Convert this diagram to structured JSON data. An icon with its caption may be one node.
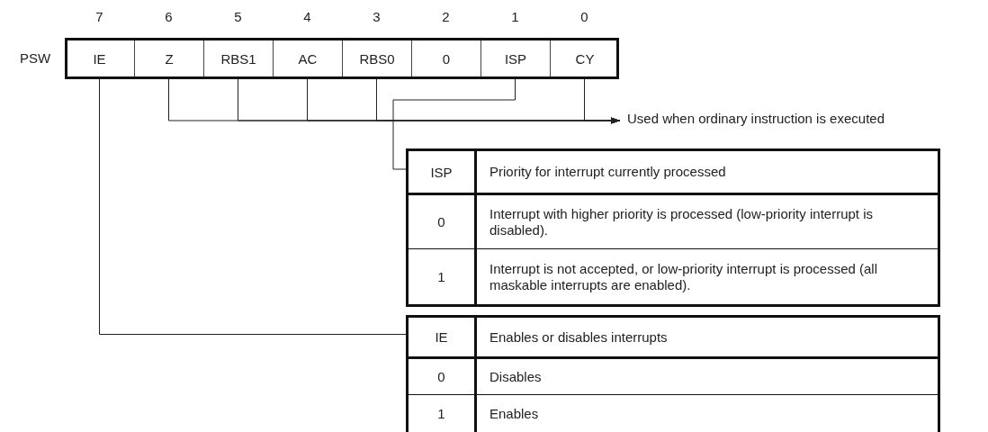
{
  "diagram": {
    "nodes": [
      {
        "text": [
          "PSW"
        ]
      },
      {
        "text": [
          "IE"
        ],
        "in": 0,
        "beside": [
          "7"
        ]
      },
      {
        "text": [
          "Z"
        ],
        "in": 0,
        "beside": [
          "6"
        ]
      },
      {
        "text": [
          "RBS1"
        ],
        "in": 0,
        "beside": [
          "5"
        ]
      },
      {
        "text": [
          "AC"
        ],
        "in": 0,
        "beside": [
          "4"
        ]
      },
      {
        "text": [
          "RBS0"
        ],
        "in": 0,
        "beside": [
          "3"
        ]
      },
      {
        "text": [
          "0"
        ],
        "in": 0,
        "beside": [
          "2"
        ]
      },
      {
        "text": [
          "ISP"
        ],
        "in": 0,
        "beside": [
          "1"
        ]
      },
      {
        "text": [
          "CY"
        ],
        "in": 0,
        "beside": [
          "0"
        ]
      },
      {
        "text": [
          "Used when ordinary instruction is executed"
        ]
      },
      {
        "text": [
          "ISP",
          "Priority for interrupt currently processed",
          "0",
          "Interrupt with higher priority is processed (low-priority interrupt is disabled).",
          "1",
          "Interrupt is not accepted, or low-priority interrupt is processed (all maskable interrupts are enabled)."
        ]
      },
      {
        "text": [
          "IE",
          "Enables or disables interrupts",
          "0",
          "Disables",
          "1",
          "Enables"
        ]
      }
    ],
    "edges": [
      {
        "from": 2,
        "to": 9,
        "arrow": "to"
      },
      {
        "from": 3,
        "to": 9,
        "arrow": "to"
      },
      {
        "from": 4,
        "to": 9,
        "arrow": "to"
      },
      {
        "from": 5,
        "to": 9,
        "arrow": "to"
      },
      {
        "from": 8,
        "to": 9,
        "arrow": "to"
      },
      {
        "from": 7,
        "to": 10,
        "arrow": "none"
      },
      {
        "from": 1,
        "to": 11,
        "arrow": "none"
      }
    ]
  }
}
